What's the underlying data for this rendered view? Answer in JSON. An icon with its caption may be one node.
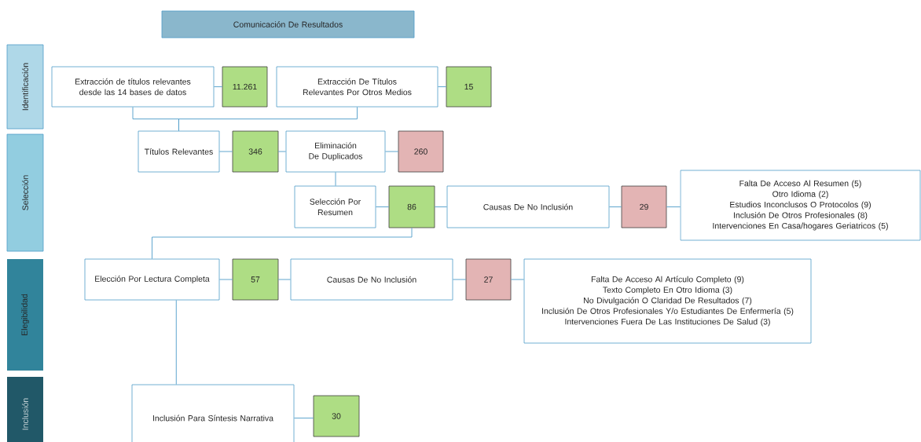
{
  "diagram": {
    "nodes": [
      {
        "text": [
          "Comunicación De Resultados"
        ]
      },
      {
        "text": [
          "Identificación"
        ]
      },
      {
        "text": [
          "Extracción de títulos relevantes desde las 14 bases de datos"
        ]
      },
      {
        "text": [
          "11.261"
        ]
      },
      {
        "text": [
          "Extracción De Títulos Relevantes Por Otros Medios"
        ]
      },
      {
        "text": [
          "15"
        ]
      },
      {
        "text": [
          "Selección"
        ]
      },
      {
        "text": [
          "Títulos Relevantes"
        ]
      },
      {
        "text": [
          "346"
        ]
      },
      {
        "text": [
          "Eliminación De Duplicados"
        ]
      },
      {
        "text": [
          "260"
        ]
      },
      {
        "text": [
          "Selección Por Resumen"
        ]
      },
      {
        "text": [
          "86"
        ]
      },
      {
        "text": [
          "Causas De No Inclusión"
        ]
      },
      {
        "text": [
          "29"
        ]
      },
      {
        "text": [
          "Falta De Acceso Al Resumen (5)",
          "Otro Idioma (2)",
          "Estudios Inconclusos O Protocolos (9)",
          "Inclusión De Otros Profesionales (8)",
          "Intervenciones En Casa/hogares Geriatricos (5)"
        ]
      },
      {
        "text": [
          "Elegibilidad"
        ]
      },
      {
        "text": [
          "Elección Por Lectura Completa"
        ]
      },
      {
        "text": [
          "57"
        ]
      },
      {
        "text": [
          "Causas De No Inclusión"
        ]
      },
      {
        "text": [
          "27"
        ]
      },
      {
        "text": [
          "Falta De Acceso Al Artículo Completo (9)",
          "Texto Completo En Otro Idioma (3)",
          "No Divulgación O Claridad De Resultados (7)",
          "Inclusión De Otros Profesionales Y/o Estudiantes De Enfermería (5)",
          "Intervenciones Fuera De Las Instituciones De Salud (3)"
        ]
      },
      {
        "text": [
          "Inclusión"
        ]
      },
      {
        "text": [
          "Inclusión Para Síntesis Narrativa"
        ]
      },
      {
        "text": [
          "30"
        ]
      }
    ],
    "edges": [
      {
        "from": 2,
        "to": 3,
        "arrow": "none"
      },
      {
        "from": 4,
        "to": 5,
        "arrow": "none"
      },
      {
        "from": 2,
        "to": 7,
        "arrow": "none"
      },
      {
        "from": 4,
        "to": 7,
        "arrow": "none"
      },
      {
        "from": 7,
        "to": 8,
        "arrow": "none"
      },
      {
        "from": 8,
        "to": 9,
        "arrow": "none"
      },
      {
        "from": 9,
        "to": 10,
        "arrow": "none"
      },
      {
        "from": 9,
        "to": 11,
        "arrow": "none"
      },
      {
        "from": 11,
        "to": 12,
        "arrow": "none"
      },
      {
        "from": 12,
        "to": 13,
        "arrow": "none"
      },
      {
        "from": 13,
        "to": 14,
        "arrow": "none"
      },
      {
        "from": 14,
        "to": 15,
        "arrow": "none"
      },
      {
        "from": 12,
        "to": 17,
        "arrow": "none"
      },
      {
        "from": 17,
        "to": 18,
        "arrow": "none"
      },
      {
        "from": 18,
        "to": 19,
        "arrow": "none"
      },
      {
        "from": 19,
        "to": 20,
        "arrow": "none"
      },
      {
        "from": 20,
        "to": 21,
        "arrow": "none"
      },
      {
        "from": 17,
        "to": 23,
        "arrow": "none"
      },
      {
        "from": 23,
        "to": 24,
        "arrow": "none"
      }
    ]
  }
}
